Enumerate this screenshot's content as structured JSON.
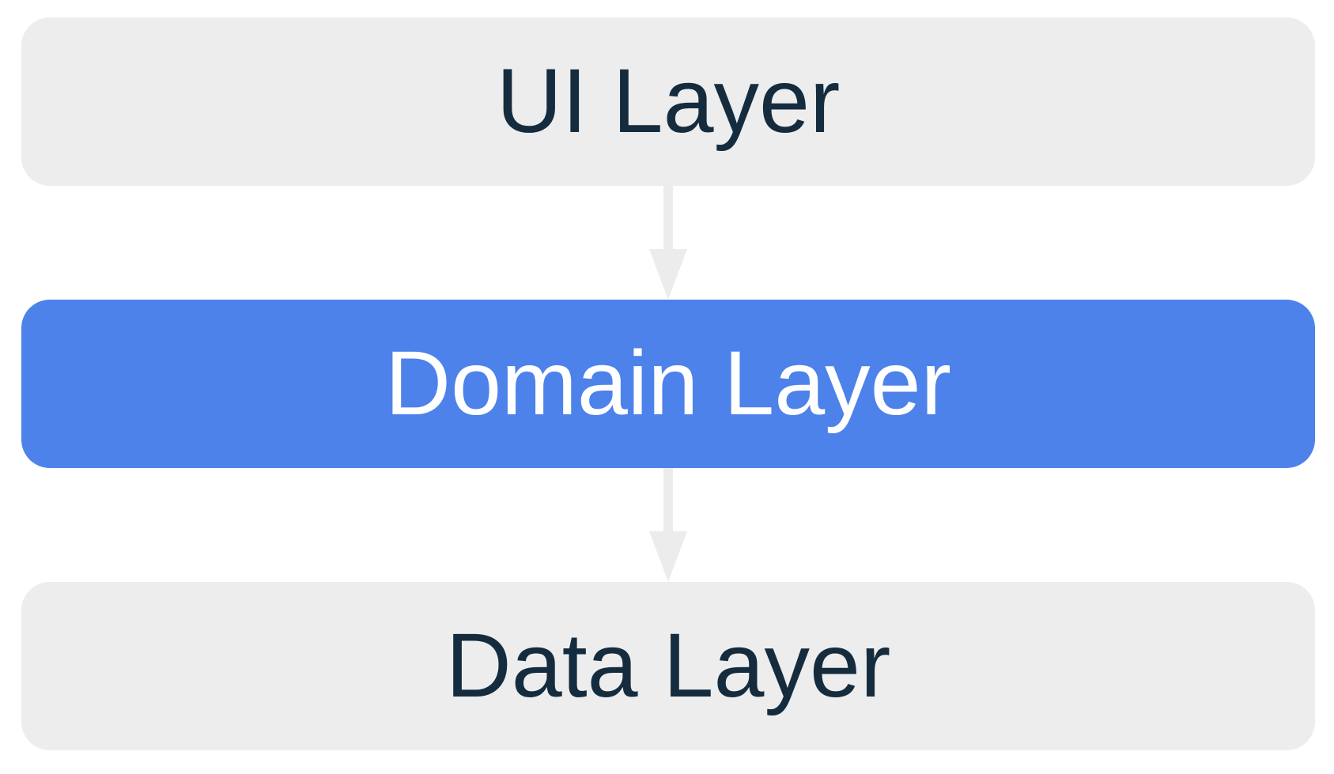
{
  "diagram": {
    "type": "layered-architecture",
    "layers": [
      {
        "id": "ui",
        "label": "UI Layer",
        "state": "inactive",
        "text_color": "#152C3E",
        "fill_color": "#EDEDEE"
      },
      {
        "id": "domain",
        "label": "Domain Layer",
        "state": "active",
        "text_color": "#FFFFFF",
        "fill_color": "#4D82EA"
      },
      {
        "id": "data",
        "label": "Data Layer",
        "state": "inactive",
        "text_color": "#152C3E",
        "fill_color": "#EDEDEE"
      }
    ],
    "arrows": [
      {
        "from": "ui",
        "to": "domain",
        "direction": "down",
        "color": "#ECECEC"
      },
      {
        "from": "domain",
        "to": "data",
        "direction": "down",
        "color": "#ECECEC"
      }
    ]
  },
  "colors": {
    "box_gray": "#EDEDEE",
    "box_blue": "#4D82EA",
    "text_dark": "#152C3E",
    "text_light": "#FFFFFF",
    "arrow_gray": "#ECECEC",
    "background": "#FFFFFF"
  }
}
